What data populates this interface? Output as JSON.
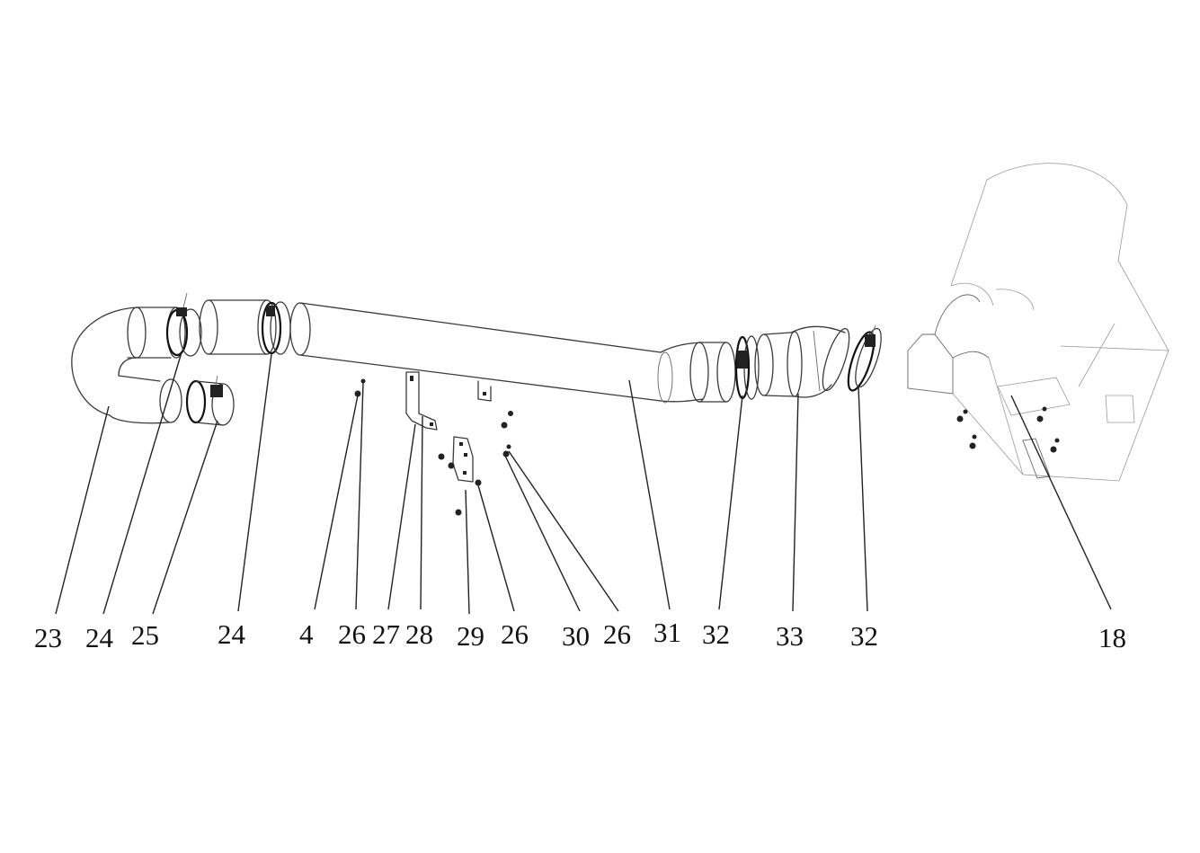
{
  "callouts": [
    "23",
    "24",
    "25",
    "24",
    "4",
    "26",
    "27",
    "28",
    "29",
    "26",
    "30",
    "26",
    "31",
    "32",
    "33",
    "32",
    "18"
  ]
}
